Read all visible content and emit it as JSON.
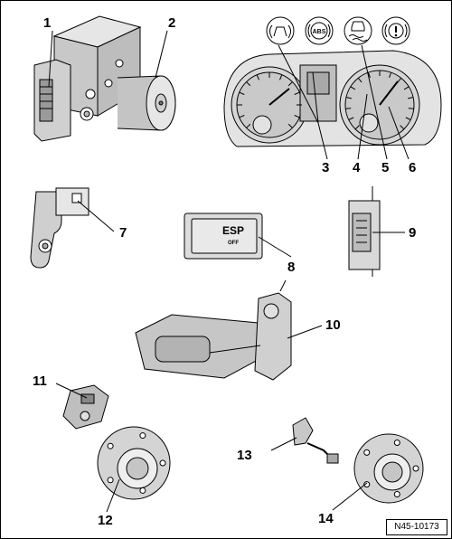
{
  "figure": {
    "reference_id": "N45-10173",
    "callouts": {
      "c1": "1",
      "c2": "2",
      "c3": "3",
      "c4": "4",
      "c5": "5",
      "c6": "6",
      "c7": "7",
      "c8": "8",
      "c9": "9",
      "c10": "10",
      "c11": "11",
      "c12": "12",
      "c13": "13",
      "c14": "14"
    },
    "warning_lamps": {
      "abs": "ABS",
      "brake": "( ! )"
    },
    "esp_button": {
      "main": "ESP",
      "sub": "OFF"
    }
  }
}
